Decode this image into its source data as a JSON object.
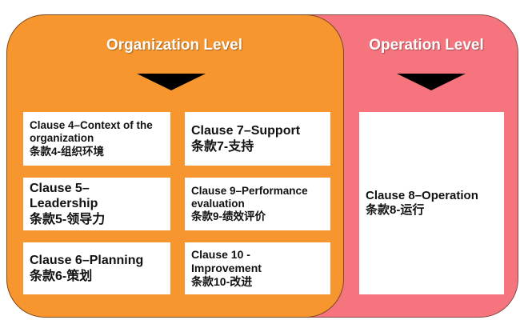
{
  "organization": {
    "title": "Organization Level",
    "clauses": [
      {
        "en": "Clause 4–Context of the organization",
        "zh": "条款4-组织环境"
      },
      {
        "en": "Clause 7–Support",
        "zh": "条款7-支持"
      },
      {
        "en": "Clause 5–Leadership",
        "zh": "条款5-领导力"
      },
      {
        "en": "Clause 9–Performance evaluation",
        "zh": "条款9-绩效评价"
      },
      {
        "en": "Clause 6–Planning",
        "zh": "条款6-策划"
      },
      {
        "en": "Clause 10 - Improvement",
        "zh": "条款10-改进"
      }
    ]
  },
  "operation": {
    "title": "Operation Level",
    "clauses": [
      {
        "en": "Clause 8–Operation",
        "zh": "条款8-运行"
      }
    ]
  },
  "colors": {
    "organization": "#f7962f",
    "operation": "#f6747d"
  }
}
